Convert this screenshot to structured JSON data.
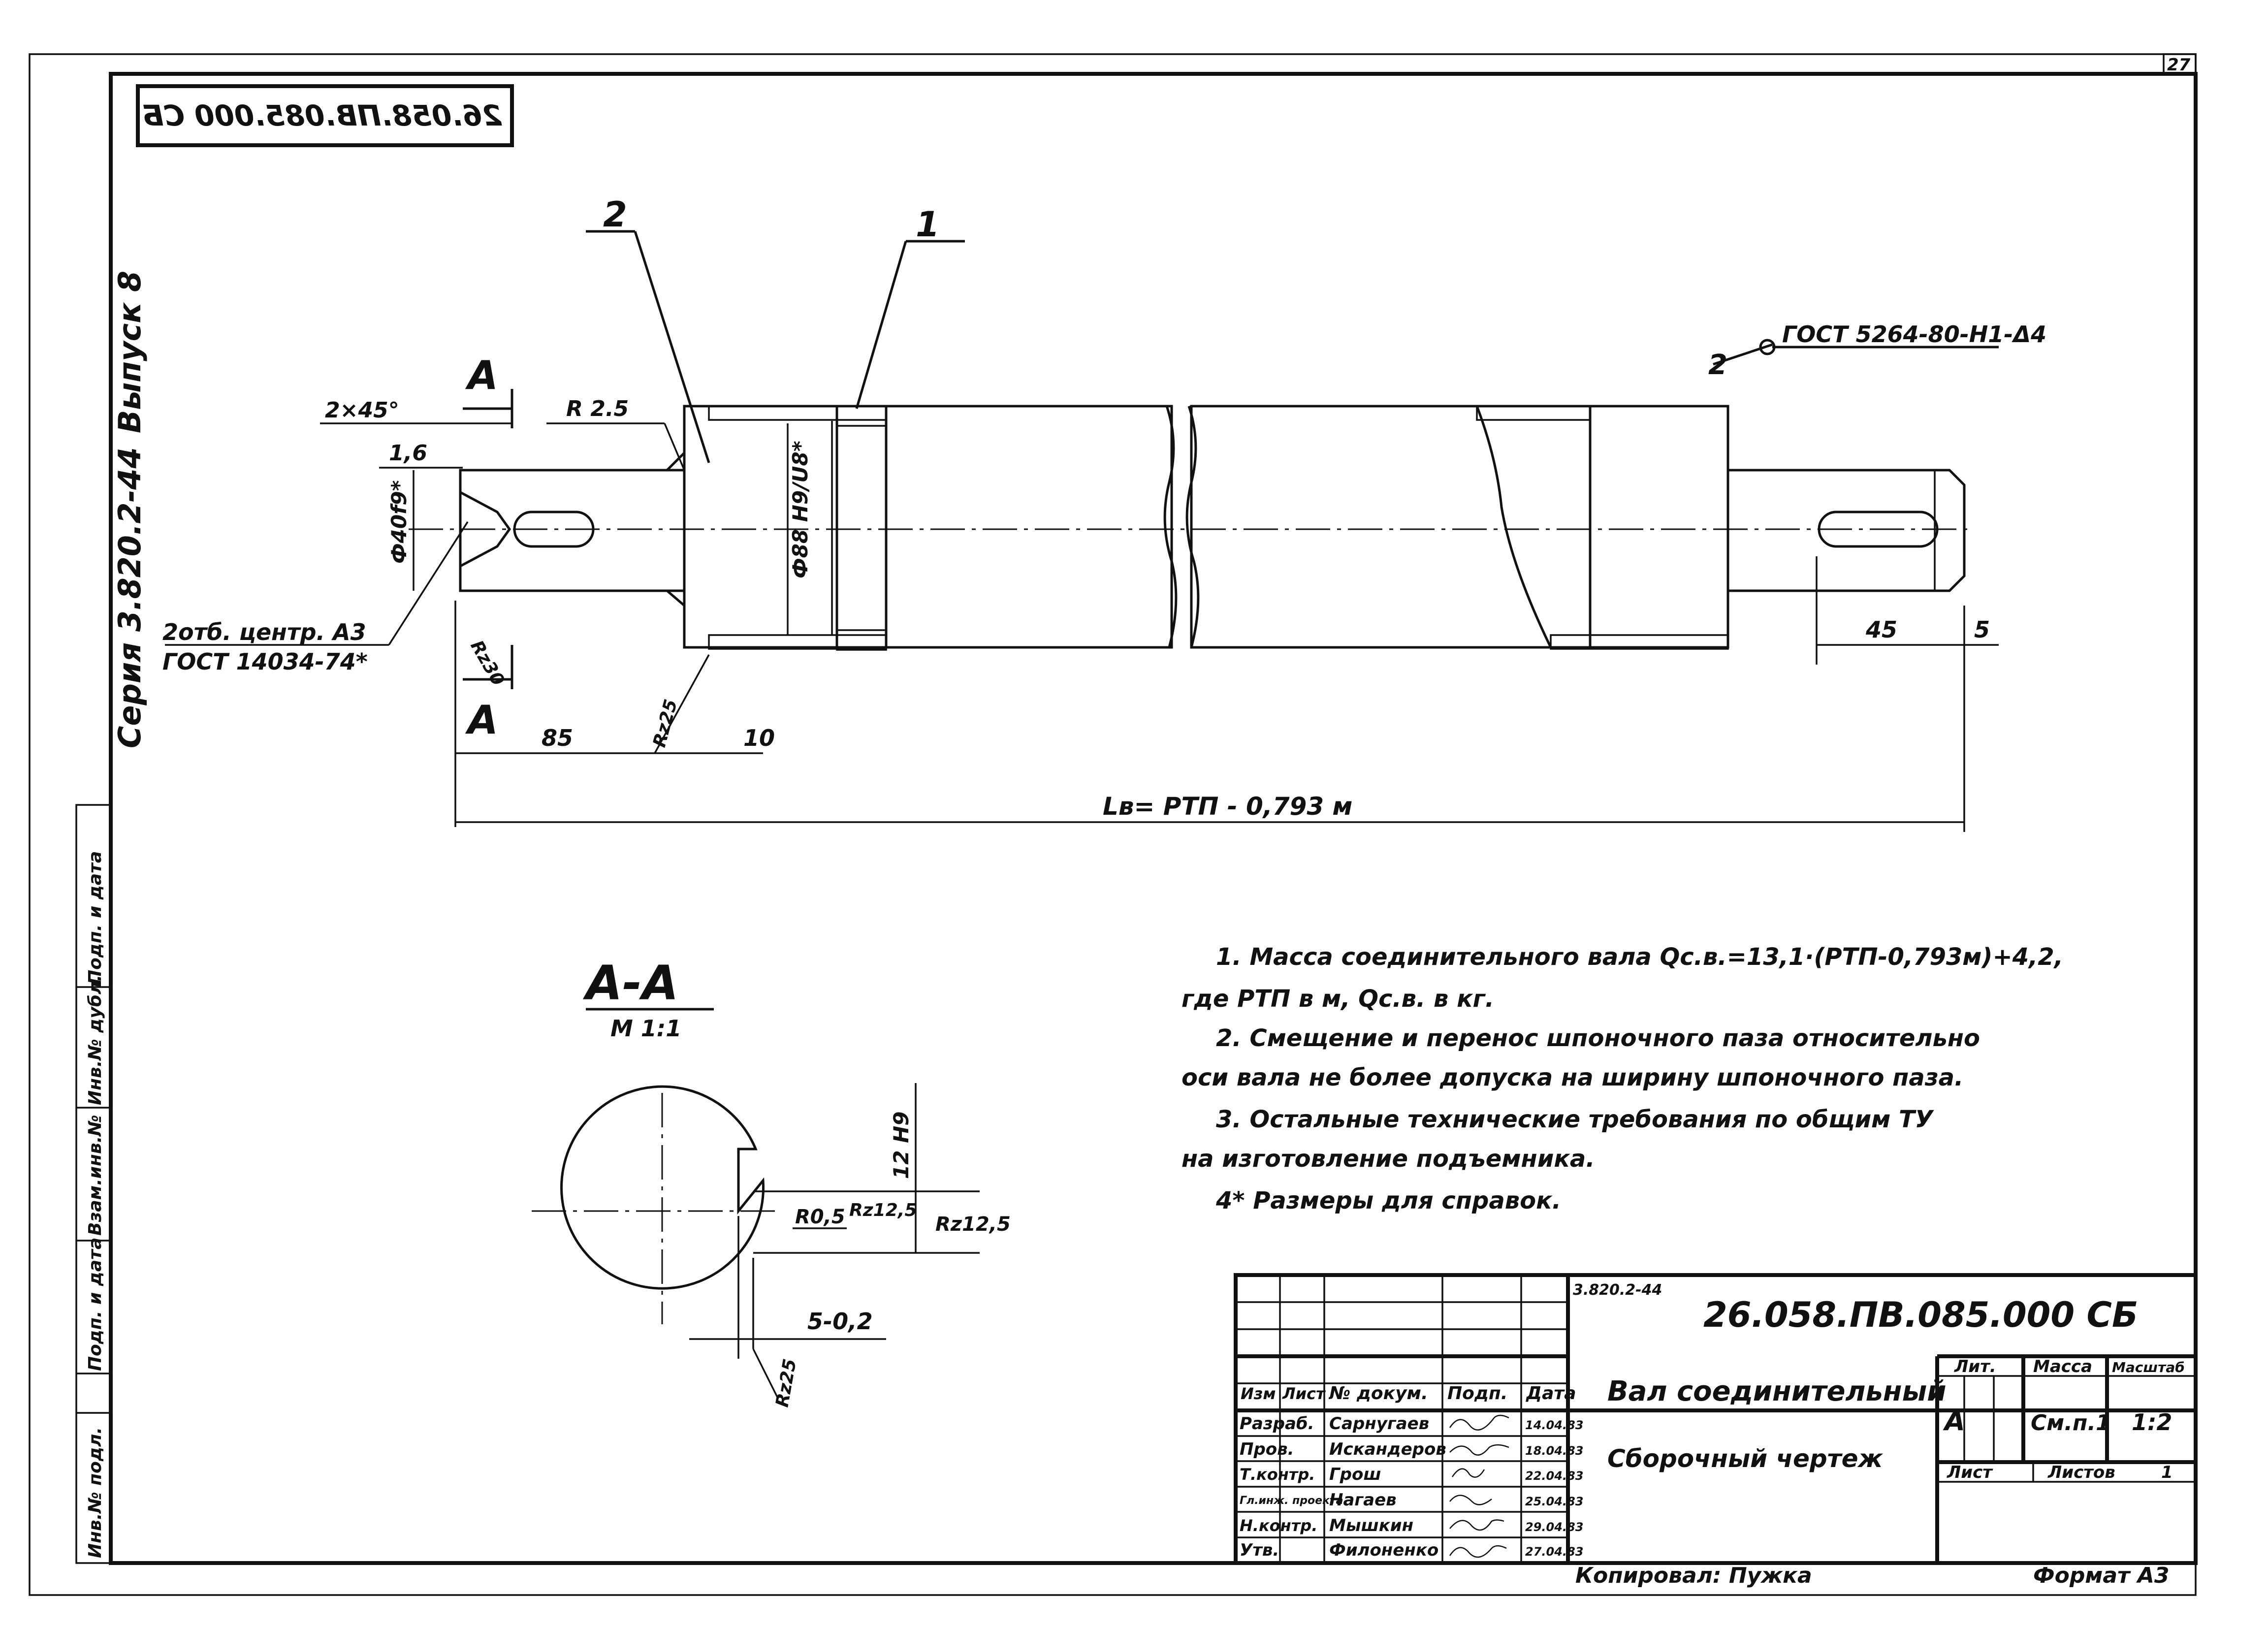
{
  "sheet": {
    "page_number": "27",
    "mirrored_code": "26.058.ПВ.085.000 СБ",
    "series_label": "Серия 3.820.2-44",
    "issue_label": "Выпуск 8",
    "copied_by": "Копировал: Пужка",
    "format_label": "Формат А3"
  },
  "side_stamp": [
    "Инв.№ подл.",
    "Подп. и дата",
    "Взам.инв.№",
    "Инв.№ дубл.",
    "Подп. и дата"
  ],
  "drawing": {
    "callout_2_left": "2",
    "callout_1": "1",
    "callout_2_right": "2",
    "weld_note": "ГОСТ 5264-80-Н1-Δ4",
    "dim_chamfer": "2×45°",
    "dim_radius": "R 2.5",
    "dim_16": "1,6",
    "dim_diameter_pin": "Ф40f9*",
    "dim_bore": "Ф88 H9/U8*",
    "center_hole_1": "2отб. центр. А3",
    "center_hole_2": "ГОСТ 14034-74*",
    "rough_rz30": "Rz30",
    "rough_rz25": "Rz25",
    "dim_85": "85",
    "dim_10": "10",
    "dim_45": "45",
    "dim_5": "5",
    "length_label": "Lв= РТП - 0,793 м",
    "section_mark": "А",
    "section_title": "А-А",
    "section_scale": "М 1:1",
    "dim_12h9": "12 H9",
    "dim_r05": "R0,5",
    "dim_rz125_a": "Rz12,5",
    "dim_rz125_b": "Rz12,5",
    "dim_5_02": "5-0,2",
    "dim_rz25_b": "Rz25"
  },
  "notes": [
    "1. Масса соединительного вала Qс.в.=13,1·(РТП-0,793м)+4,2,",
    "где РТП в м, Qс.в. в кг.",
    "2. Смещение и перенос шпоночного паза относительно",
    "оси вала не более допуска на ширину шпоночного паза.",
    "3. Остальные технические требования по общим ТУ",
    "на изготовление подъемника.",
    "4* Размеры для справок."
  ],
  "title_block": {
    "series_small": "3.820.2-44",
    "doc_code": "26.058.ПВ.085.000 СБ",
    "name_line1": "Вал соединительный",
    "name_line2": "Сборочный чертеж",
    "col_izm": "Изм",
    "col_list": "Лист",
    "col_doc": "№ докум.",
    "col_sign": "Подп.",
    "col_date": "Дата",
    "lit_label": "Лит.",
    "mass_label": "Масса",
    "scale_label": "Масштаб",
    "lit_value": "А",
    "mass_value": "См.п.1",
    "scale_value": "1:2",
    "sheet_label": "Лист",
    "sheets_label": "Листов",
    "sheets_value": "1",
    "rows": [
      {
        "role": "Разраб.",
        "name": "Сарнугаев",
        "date": "14.04.83"
      },
      {
        "role": "Пров.",
        "name": "Искандеров",
        "date": "18.04.83"
      },
      {
        "role": "Т.контр.",
        "name": "Грош",
        "date": "22.04.83"
      },
      {
        "role": "Гл.инж. проекта",
        "name": "Нагаев",
        "date": "25.04.83"
      },
      {
        "role": "Н.контр.",
        "name": "Мышкин",
        "date": "29.04.83"
      },
      {
        "role": "Утв.",
        "name": "Филоненко",
        "date": "27.04.83"
      }
    ]
  }
}
